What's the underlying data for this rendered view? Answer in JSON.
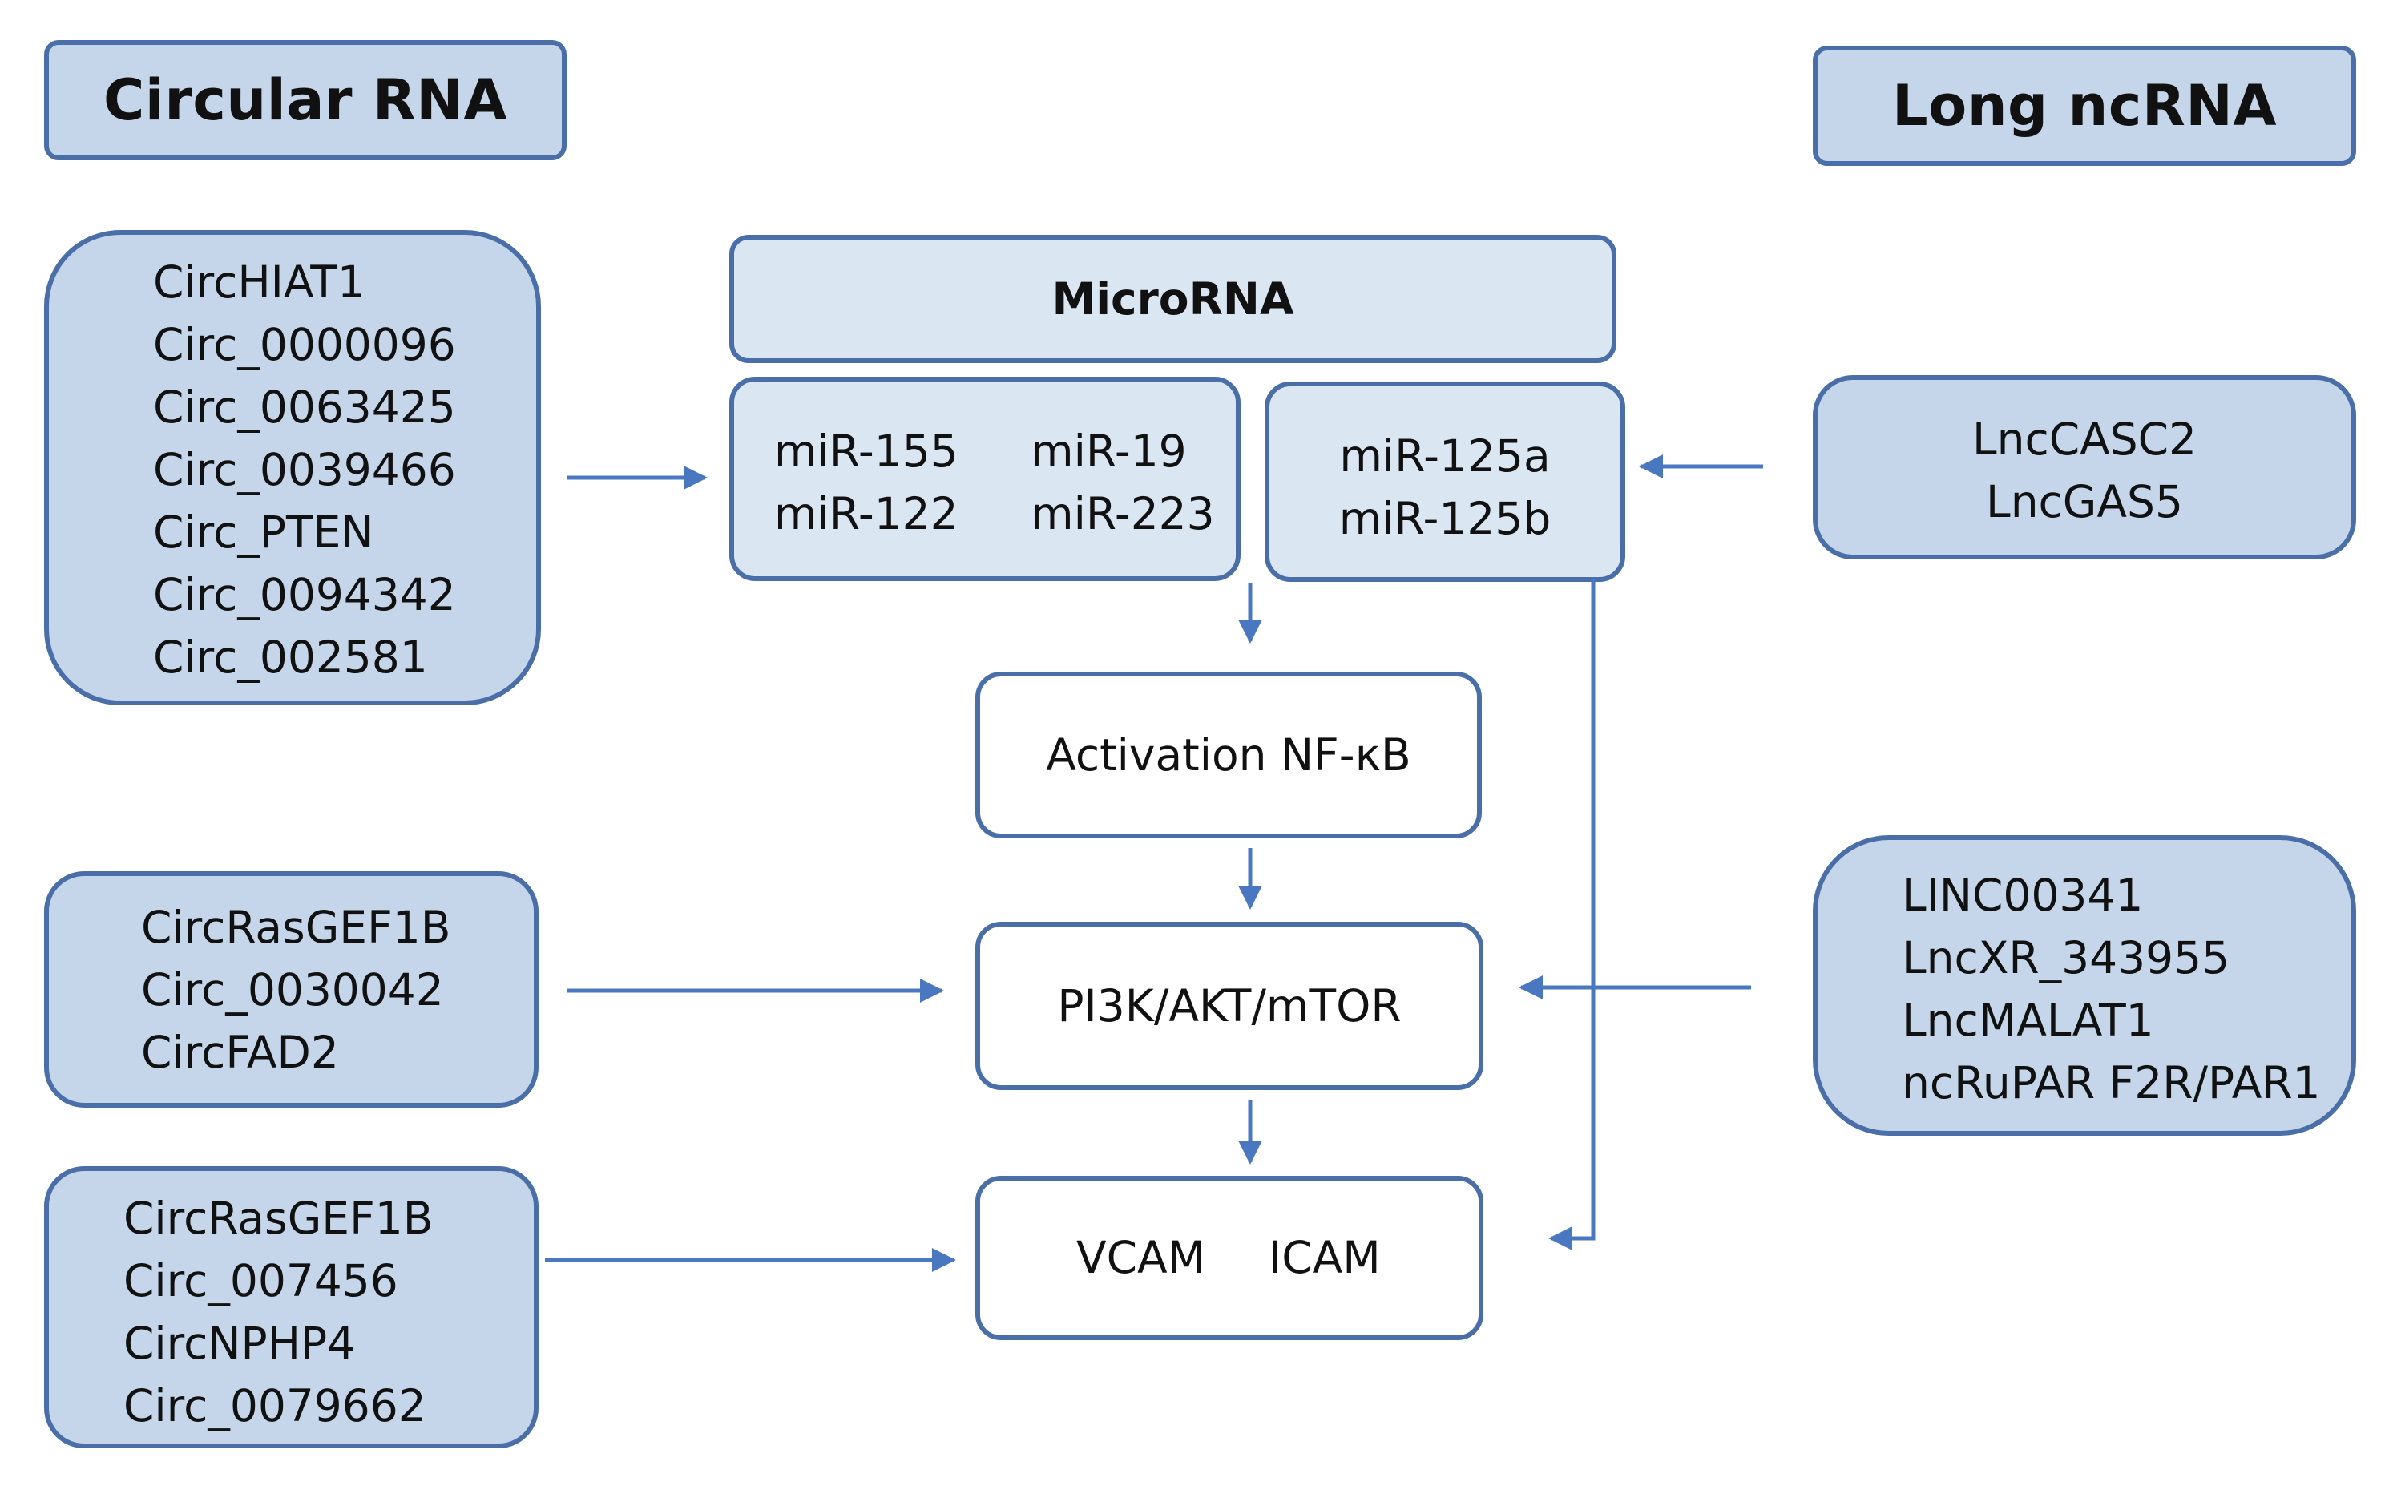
{
  "headers": {
    "circular": "Circular RNA",
    "long": "Long ncRNA",
    "micro": "MicroRNA"
  },
  "circ_groups": [
    [
      "CircHIAT1",
      "Circ_0000096",
      "Circ_0063425",
      "Circ_0039466",
      "Circ_PTEN",
      "Circ_0094342",
      "Circ_002581"
    ],
    [
      "CircRasGEF1B",
      "Circ_0030042",
      "CircFAD2"
    ],
    [
      "CircRasGEF1B",
      "Circ_007456",
      "CircNPHP4",
      "Circ_0079662"
    ]
  ],
  "lnc_groups": [
    [
      "LncCASC2",
      "LncGAS5"
    ],
    [
      "LINC00341",
      "LncXR_343955",
      "LncMALAT1",
      "ncRuPAR F2R/PAR1"
    ]
  ],
  "mirna_left": {
    "col1": [
      "miR-155",
      "miR-122"
    ],
    "col2": [
      "miR-19",
      "miR-223"
    ]
  },
  "mirna_right": [
    "miR-125a",
    "miR-125b"
  ],
  "pathway": {
    "nfkb": "Activation NF-κB",
    "pi3k": "PI3K/AKT/mTOR",
    "vcam": "VCAM",
    "icam": "ICAM"
  },
  "colors": {
    "border": "#4a6fa8",
    "fill": "#c5d6ea",
    "fill_light": "#dbe6f3",
    "arrow": "#4a78c0"
  }
}
